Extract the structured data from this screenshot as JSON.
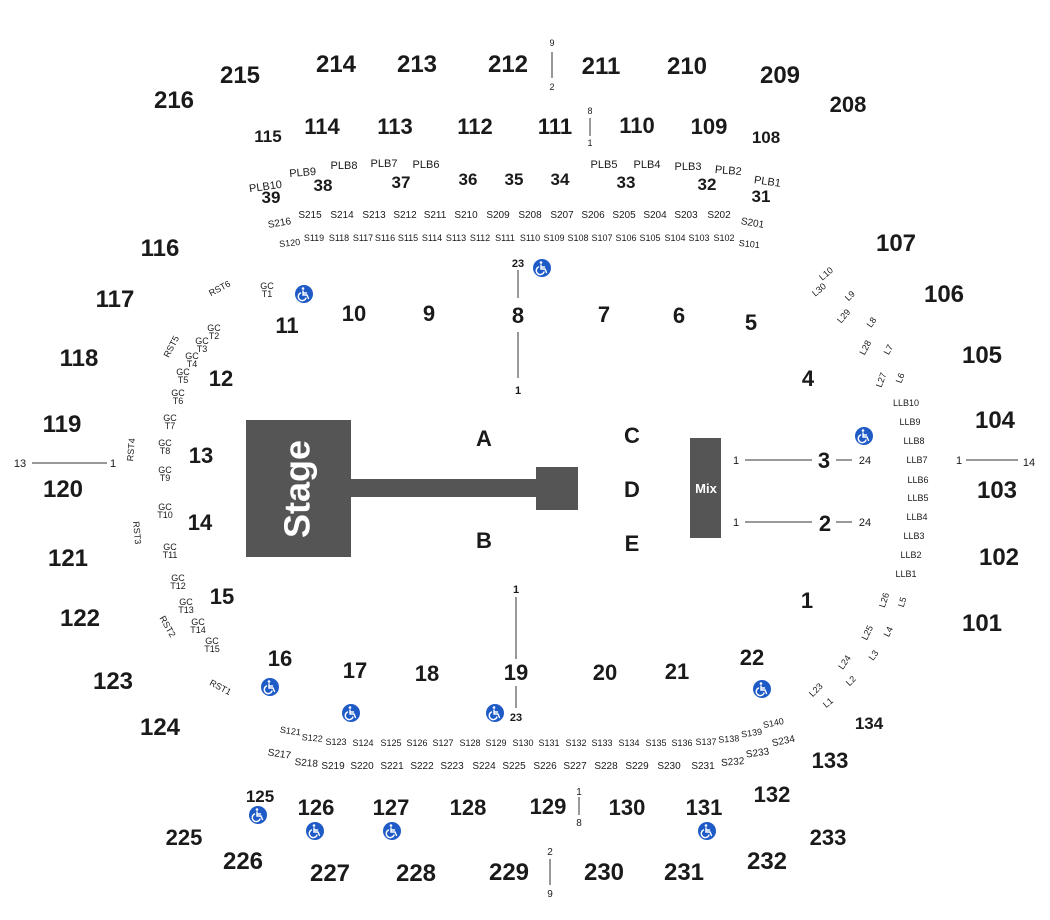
{
  "colors": {
    "stage": "#555555",
    "wheelchair": "#1e5bc6",
    "text": "#1a1a1a"
  },
  "stage": {
    "label": "Stage"
  },
  "mix": {
    "label": "Mix"
  },
  "floor_sections": [
    "A",
    "B",
    "C",
    "D",
    "E"
  ],
  "wheelchair_icon": "wheelchair-icon",
  "upper_sections": {
    "top": [
      "216",
      "215",
      "214",
      "213",
      "212",
      "211",
      "210",
      "209",
      "208"
    ],
    "right": [
      "107",
      "106",
      "105",
      "104",
      "103",
      "102",
      "101"
    ],
    "left": [
      "116",
      "117",
      "118",
      "119",
      "120",
      "121",
      "122",
      "123",
      "124"
    ],
    "bottom": [
      "225",
      "226",
      "227",
      "228",
      "229",
      "230",
      "231",
      "232",
      "233",
      "134",
      "133",
      "132"
    ]
  },
  "lower_sections": {
    "top": [
      "115",
      "114",
      "113",
      "112",
      "111",
      "110",
      "109",
      "108"
    ],
    "bottom": [
      "125",
      "126",
      "127",
      "128",
      "129",
      "130",
      "131"
    ]
  },
  "riser_sections": {
    "top": [
      "39",
      "38",
      "37",
      "36",
      "35",
      "34",
      "33",
      "32",
      "31"
    ],
    "numbered": [
      "11",
      "10",
      "9",
      "8",
      "7",
      "6",
      "5",
      "4",
      "3",
      "2",
      "1",
      "12",
      "13",
      "14",
      "15",
      "16",
      "17",
      "18",
      "19",
      "20",
      "21",
      "22"
    ]
  },
  "plb_boxes": [
    "PLB10",
    "PLB9",
    "PLB8",
    "PLB7",
    "PLB6",
    "PLB5",
    "PLB4",
    "PLB3",
    "PLB2",
    "PLB1"
  ],
  "suites_top_outer": [
    "S216",
    "S215",
    "S214",
    "S213",
    "S212",
    "S211",
    "S210",
    "S209",
    "S208",
    "S207",
    "S206",
    "S205",
    "S204",
    "S203",
    "S202",
    "S201"
  ],
  "suites_top_inner": [
    "S120",
    "S119",
    "S118",
    "S117",
    "S116",
    "S115",
    "S114",
    "S113",
    "S112",
    "S111",
    "S110",
    "S109",
    "S108",
    "S107",
    "S106",
    "S105",
    "S104",
    "S103",
    "S102",
    "S101"
  ],
  "suites_bottom_inner": [
    "S121",
    "S122",
    "S123",
    "S124",
    "S125",
    "S126",
    "S127",
    "S128",
    "S129",
    "S130",
    "S131",
    "S132",
    "S133",
    "S134",
    "S135",
    "S136",
    "S137",
    "S138",
    "S139",
    "S140"
  ],
  "suites_bottom_outer": [
    "S217",
    "S218",
    "S219",
    "S220",
    "S221",
    "S222",
    "S223",
    "S224",
    "S225",
    "S226",
    "S227",
    "S228",
    "S229",
    "S230",
    "S231",
    "S232",
    "S233",
    "S234"
  ],
  "llb_boxes": [
    "LLB10",
    "LLB9",
    "LLB8",
    "LLB7",
    "LLB6",
    "LLB5",
    "LLB4",
    "LLB3",
    "LLB2",
    "LLB1"
  ],
  "loge_left": [
    "L10",
    "L9",
    "L8",
    "L7",
    "L6",
    "L30",
    "L29",
    "L28",
    "L27"
  ],
  "loge_right": [
    "L26",
    "L5",
    "L25",
    "L4",
    "L24",
    "L3",
    "L23",
    "L2",
    "L1"
  ],
  "rst": [
    "RST6",
    "RST5",
    "RST4",
    "RST3",
    "RST2",
    "RST1"
  ],
  "gc_tables": [
    {
      "gc": "GC",
      "t": "T1"
    },
    {
      "gc": "GC",
      "t": "T2"
    },
    {
      "gc": "GC",
      "t": "T3"
    },
    {
      "gc": "GC",
      "t": "T4"
    },
    {
      "gc": "GC",
      "t": "T5"
    },
    {
      "gc": "GC",
      "t": "T6"
    },
    {
      "gc": "GC",
      "t": "T7"
    },
    {
      "gc": "GC",
      "t": "T8"
    },
    {
      "gc": "GC",
      "t": "T9"
    },
    {
      "gc": "GC",
      "t": "T10"
    },
    {
      "gc": "GC",
      "t": "T11"
    },
    {
      "gc": "GC",
      "t": "T12"
    },
    {
      "gc": "GC",
      "t": "T13"
    },
    {
      "gc": "GC",
      "t": "T14"
    },
    {
      "gc": "GC",
      "t": "T15"
    }
  ],
  "row_markers": {
    "top_outer": {
      "a": "9",
      "b": "2"
    },
    "top_inner": {
      "a": "8",
      "b": "1"
    },
    "center_top": {
      "a": "23",
      "b": "1"
    },
    "center_bottom": {
      "a": "1",
      "b": "23"
    },
    "bottom_inner": {
      "a": "1",
      "b": "8"
    },
    "bottom_outer": {
      "a": "2",
      "b": "9"
    },
    "left_edge": {
      "a": "13",
      "b": "1"
    },
    "right_edge": {
      "a": "1",
      "b": "14"
    },
    "sec3": {
      "a": "1",
      "b": "24"
    },
    "sec2": {
      "a": "1",
      "b": "24"
    }
  }
}
